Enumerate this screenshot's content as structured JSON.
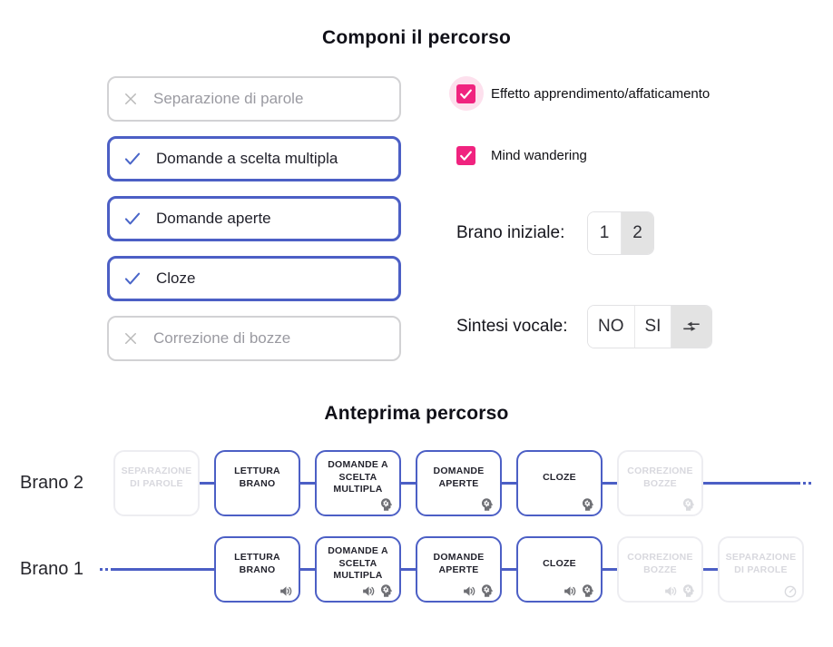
{
  "compose": {
    "title": "Componi il percorso",
    "activities": [
      {
        "label": "Separazione di parole",
        "state": "disabled"
      },
      {
        "label": "Domande a scelta multipla",
        "state": "selected"
      },
      {
        "label": "Domande aperte",
        "state": "selected"
      },
      {
        "label": "Cloze",
        "state": "selected"
      },
      {
        "label": "Correzione di bozze",
        "state": "disabled"
      }
    ],
    "checkboxes": [
      {
        "label": "Effetto apprendimento/affaticamento",
        "checked": true,
        "halo": true
      },
      {
        "label": "Mind wandering",
        "checked": true,
        "halo": false
      }
    ],
    "brano_iniziale": {
      "label": "Brano iniziale:",
      "options": [
        {
          "label": "1"
        },
        {
          "label": "2"
        }
      ],
      "selected_index": 1
    },
    "sintesi_vocale": {
      "label": "Sintesi vocale:",
      "options": [
        {
          "label": "NO"
        },
        {
          "label": "SI"
        },
        {
          "icon": "compare-arrows"
        }
      ],
      "selected_index": 2
    }
  },
  "preview": {
    "title": "Anteprima percorso",
    "rows": [
      {
        "label": "Brano 2",
        "lead": "none",
        "trail": "line-dots",
        "steps": [
          {
            "label": "SEPARAZIONE DI PAROLE",
            "state": "disabled",
            "icons": []
          },
          {
            "label": "LETTURA BRANO",
            "state": "active",
            "icons": []
          },
          {
            "label": "DOMANDE A SCELTA MULTIPLA",
            "state": "active",
            "icons": [
              "psychology"
            ]
          },
          {
            "label": "DOMANDE APERTE",
            "state": "active",
            "icons": [
              "psychology"
            ]
          },
          {
            "label": "CLOZE",
            "state": "active",
            "icons": [
              "psychology"
            ]
          },
          {
            "label": "CORREZIONE BOZZE",
            "state": "disabled",
            "icons": [
              "psychology"
            ]
          }
        ]
      },
      {
        "label": "Brano 1",
        "lead": "dots-line",
        "trail": "none",
        "steps": [
          {
            "label": "LETTURA BRANO",
            "state": "active",
            "icons": [
              "volume"
            ]
          },
          {
            "label": "DOMANDE A SCELTA MULTIPLA",
            "state": "active",
            "icons": [
              "volume",
              "psychology"
            ]
          },
          {
            "label": "DOMANDE APERTE",
            "state": "active",
            "icons": [
              "volume",
              "psychology"
            ]
          },
          {
            "label": "CLOZE",
            "state": "active",
            "icons": [
              "volume",
              "psychology"
            ]
          },
          {
            "label": "CORREZIONE BOZZE",
            "state": "disabled",
            "icons": [
              "volume",
              "psychology"
            ]
          },
          {
            "label": "SEPARAZIONE DI PAROLE",
            "state": "disabled",
            "icons": [
              "draw"
            ]
          }
        ]
      }
    ]
  },
  "colors": {
    "accent_blue": "#4c5fc5",
    "accent_pink": "#f0237f",
    "segment_selected_bg": "#e3e3e3",
    "check_blue": "#4a66c9",
    "disabled_gray": "#b9b9b9"
  }
}
